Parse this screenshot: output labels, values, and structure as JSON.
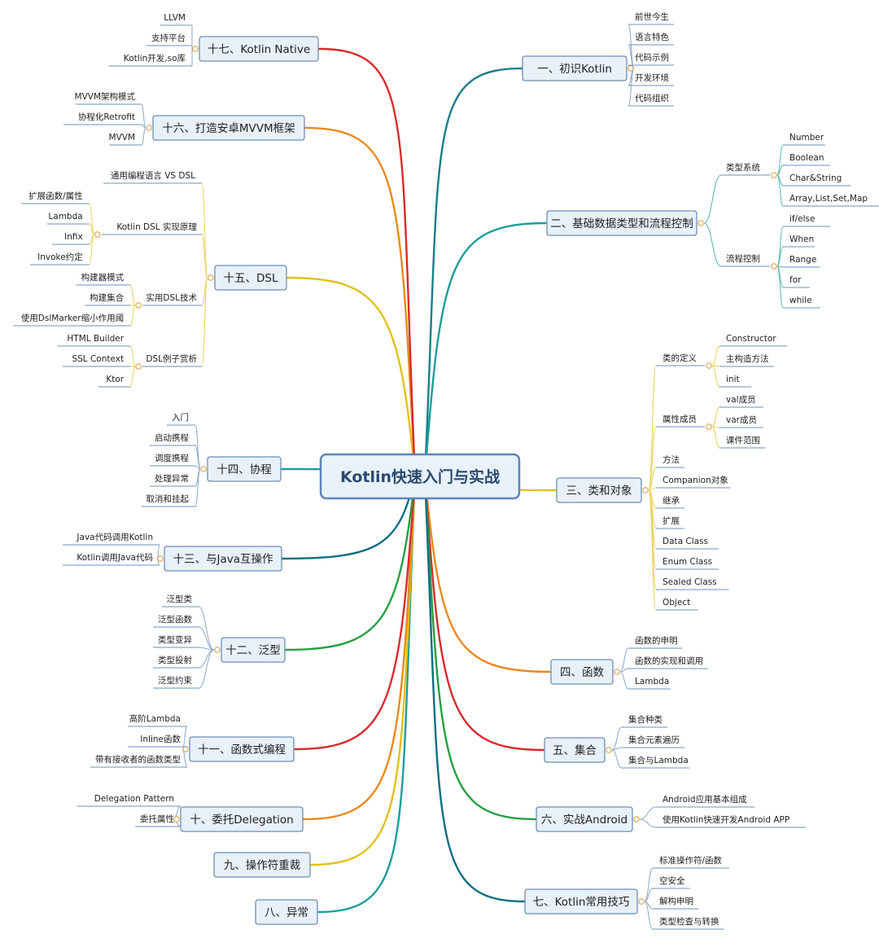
{
  "center": "Kotlin快速入门与实战",
  "colors": {
    "node_fill": "#e8f0f8",
    "node_stroke": "#6d8fb3",
    "center_fill": "#e9f1fa",
    "center_stroke": "#5b86b8",
    "leaf_line": "#8aa8c8",
    "text": "#222222"
  },
  "branches": [
    {
      "label": "一、初识Kotlin",
      "children": [
        "前世今生",
        "语言特色",
        "代码示例",
        "开发环境",
        "代码组织"
      ]
    },
    {
      "label": "二、基础数据类型和流程控制",
      "children": [
        {
          "label": "类型系统",
          "children": [
            "Number",
            "Boolean",
            "Char&String",
            "Array,List,Set,Map"
          ]
        },
        {
          "label": "流程控制",
          "children": [
            "if/else",
            "When",
            "Range",
            "for",
            "while"
          ]
        }
      ]
    },
    {
      "label": "三、类和对象",
      "children": [
        {
          "label": "类的定义",
          "children": [
            "Constructor",
            "主构造方法",
            "init"
          ]
        },
        {
          "label": "属性成员",
          "children": [
            "val成员",
            "var成员",
            "课件范围"
          ]
        },
        "方法",
        "Companion对象",
        "继承",
        "扩展",
        "Data Class",
        "Enum Class",
        "Sealed Class",
        "Object"
      ]
    },
    {
      "label": "四、函数",
      "children": [
        "函数的申明",
        "函数的实现和调用",
        "Lambda"
      ]
    },
    {
      "label": "五、集合",
      "children": [
        "集合种类",
        "集合元素遍历",
        "集合与Lambda"
      ]
    },
    {
      "label": "六、实战Android",
      "children": [
        "Android应用基本组成",
        "使用Kotlin快速开发Android APP"
      ]
    },
    {
      "label": "七、Kotlin常用技巧",
      "children": [
        "标准操作符/函数",
        "空安全",
        "解构申明",
        "类型检查与转换"
      ]
    },
    {
      "label": "八、异常",
      "children": []
    },
    {
      "label": "九、操作符重裁",
      "children": []
    },
    {
      "label": "十、委托Delegation",
      "children": [
        "Delegation Pattern",
        "委托属性"
      ]
    },
    {
      "label": "十一、函数式编程",
      "children": [
        "高阶Lambda",
        "Inline函数",
        "带有接收者的函数类型"
      ]
    },
    {
      "label": "十二、泛型",
      "children": [
        "泛型类",
        "泛型函数",
        "类型变异",
        "类型投射",
        "泛型约束"
      ]
    },
    {
      "label": "十三、与Java互操作",
      "children": [
        "Java代码调用Kotlin",
        "Kotlin调用Java代码"
      ]
    },
    {
      "label": "十四、协程",
      "children": [
        "入门",
        "启动携程",
        "调度携程",
        "处理异常",
        "取消和挂起"
      ]
    },
    {
      "label": "十五、DSL",
      "children": [
        "通用编程语言 VS DSL",
        {
          "label": "Kotlin DSL 实现原理",
          "children": [
            "扩展函数/属性",
            "Lambda",
            "Infix",
            "Invoke约定"
          ]
        },
        {
          "label": "实用DSL技术",
          "children": [
            "构建器模式",
            "构建集合",
            "使用DslMarker缩小作用阈"
          ]
        },
        {
          "label": "DSL例子赏析",
          "children": [
            "HTML Builder",
            "SSL Context",
            "Ktor"
          ]
        }
      ]
    },
    {
      "label": "十六、打造安卓MVVM框架",
      "children": [
        "MVVM架构模式",
        "协程化Retrofit",
        "MVVM"
      ]
    },
    {
      "label": "十七、Kotlin Native",
      "children": [
        "LLVM",
        "支持平台",
        "Kotlin开发,so库"
      ]
    }
  ]
}
